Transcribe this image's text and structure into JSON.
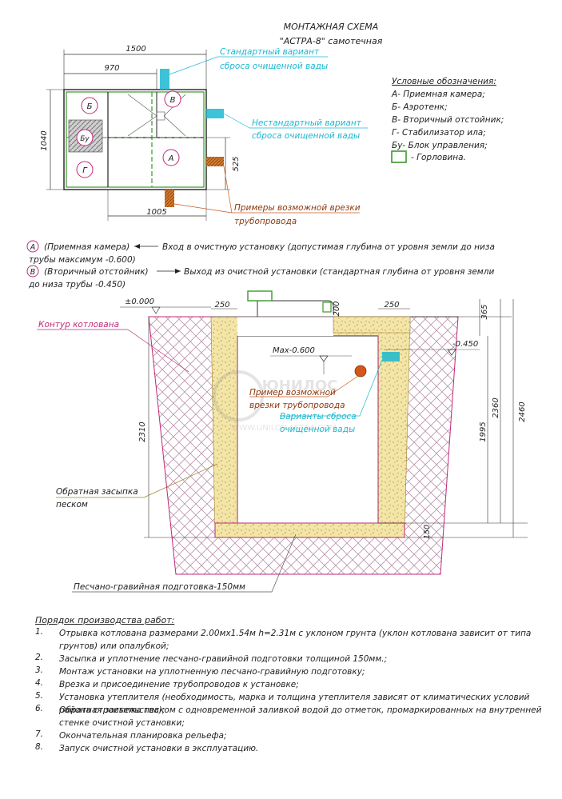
{
  "title": {
    "line1": "МОНТАЖНАЯ СХЕМА",
    "line2": "\"АСТРА-8\" самотечная"
  },
  "plan": {
    "dim_total_width": "1500",
    "dim_inner_width": "970",
    "dim_height": "1040",
    "dim_pipe_offset": "525",
    "dim_bottom": "1005",
    "compartments": {
      "a": "А",
      "b": "Б",
      "v": "В",
      "g": "Г",
      "bu": "Бу"
    },
    "callout_standard": [
      "Стандартный вариант",
      "сброса очищенной вады"
    ],
    "callout_nonstandard": [
      "Нестандартный вариант",
      "сброса очищенной вады"
    ],
    "callout_pipe": [
      "Примеры возможной врезки",
      "трубопровода"
    ]
  },
  "legend": {
    "title": "Условные обозначения:",
    "items": [
      "А- Приемная камера;",
      "Б- Аэротенк;",
      "В- Вторичный отстойник;",
      "Г- Стабилизатор ила;",
      "Бу- Блок управления;",
      "- Горловина."
    ]
  },
  "notes": {
    "a_circle": "А",
    "a_line1": "(Приемная камера)",
    "a_line1b": "Вход в очистную установку (допустимая глубина от уровня земли до низа",
    "a_line2": "трубы максимум -0.600)",
    "v_circle": "В",
    "v_line1": "(Вторичный отстойник)",
    "v_line1b": "Выход из очистной установки (стандартная глубина от уровня земли",
    "v_line2": "до низа трубы -0.450)"
  },
  "section": {
    "ground_level": "±0.000",
    "dim_250_left": "250",
    "dim_200": "200",
    "dim_250_right": "250",
    "dim_365": "365",
    "max_depth": "Max-0.600",
    "out_depth": "-0.450",
    "label_pit": "Контур котлована",
    "label_pipe": [
      "Пример возможной",
      "врезки трубопровода"
    ],
    "label_out": [
      "Варианты сброса",
      "очищенной вады"
    ],
    "label_backfill": [
      "Обратная засыпка",
      "песком"
    ],
    "dim_2310": "2310",
    "dim_1995": "1995",
    "dim_2360": "2360",
    "dim_2460": "2460",
    "dim_150": "150",
    "label_base": "Песчано-гравийная подготовка-150мм",
    "watermark": "ЮНИЛОС",
    "watermark_url": "WWW.UNILOS-ASTRA.COM"
  },
  "steps": {
    "title": "Порядок производства работ:",
    "items": [
      {
        "n": "1.",
        "text": "Отрывка котлована размерами 2.00мх1.54м h=2.31м с уклоном грунта (уклон котлована зависит от типа грунтов) или опалубкой;"
      },
      {
        "n": "2.",
        "text": "Засыпка и уплотнение песчано-гравийной подготовки толщиной 150мм.;"
      },
      {
        "n": "3.",
        "text": "Монтаж установки на уплотненную песчано-гравийную подготовку;"
      },
      {
        "n": "4.",
        "text": "Врезка и присоединение трубопроводов к установке;"
      },
      {
        "n": "5.",
        "text": "Установка утеплителя (необходимость, марка и толщина утеплителя зависят от климатических условий района строительства);"
      },
      {
        "n": "6.",
        "text": "Обратная засыпка песком с одновременной заливкой водой до отметок, промаркированных на внутренней стенке очистной установки;"
      },
      {
        "n": "7.",
        "text": "Окончательная планировка рельефа;"
      },
      {
        "n": "8.",
        "text": "Запуск очистной установки в эксплуатацию."
      }
    ]
  },
  "colors": {
    "green": "#3a9a2a",
    "cyan": "#1bb8d0",
    "orange": "#c8581a",
    "brown": "#8b3a10",
    "magenta": "#c0287a",
    "sand": "#e8d88a"
  }
}
